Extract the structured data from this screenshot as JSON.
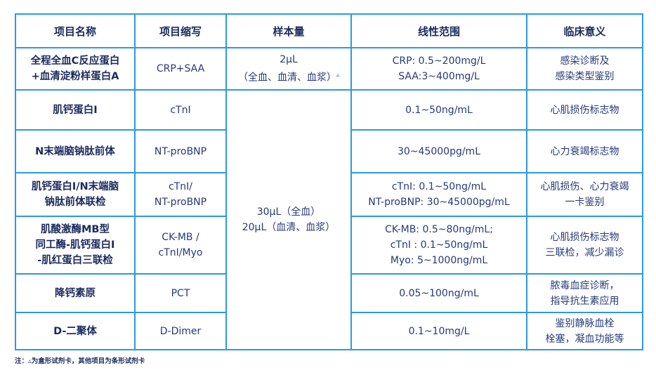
{
  "headers": [
    "项目名称",
    "项目缩写",
    "样本量",
    "线性范围",
    "临床意义"
  ],
  "rows": [
    {
      "name": [
        "全程全血C反应蛋白",
        "+血清淀粉样蛋白A"
      ],
      "abbr": [
        "CRP+SAA"
      ],
      "sample": [
        "2μL",
        "（全血、血清、血浆）"
      ],
      "sample_mark": "▵",
      "range": [
        "CRP: 0.5~200mg/L",
        "SAA:3~400mg/L"
      ],
      "meaning": [
        "感染诊断及",
        "感染类型鉴别"
      ]
    },
    {
      "name": [
        "肌钙蛋白I"
      ],
      "abbr": [
        "cTnI"
      ],
      "range": [
        "0.1~50ng/mL"
      ],
      "meaning": [
        "心肌损伤标志物"
      ]
    },
    {
      "name": [
        "N末端脑钠肽前体"
      ],
      "abbr": [
        "NT-proBNP"
      ],
      "range": [
        "30~45000pg/mL"
      ],
      "meaning": [
        "心力衰竭标志物"
      ]
    },
    {
      "name": [
        "肌钙蛋白I/N末端脑",
        "钠肽前体联检"
      ],
      "abbr": [
        "cTnI/",
        "NT-proBNP"
      ],
      "range": [
        "cTnI: 0.1~50ng/mL",
        "NT-proBNP: 30~45000pg/mL"
      ],
      "meaning": [
        "心肌损伤、心力衰竭",
        "一卡鉴别"
      ]
    },
    {
      "name": [
        "肌酸激酶MB型",
        "同工酶-肌钙蛋白I",
        "-肌红蛋白三联检"
      ],
      "abbr": [
        "CK-MB /",
        "cTnI/Myo"
      ],
      "range": [
        "CK-MB: 0.5~80ng/mL;",
        "cTnI : 0.1~50ng/mL",
        "Myo: 5~1000ng/mL"
      ],
      "meaning": [
        "心肌损伤标志物",
        "三联检，减少漏诊"
      ]
    },
    {
      "name": [
        "降钙素原"
      ],
      "abbr": [
        "PCT"
      ],
      "range": [
        "0.05~100ng/mL"
      ],
      "meaning": [
        "脓毒血症诊断，",
        "指导抗生素应用"
      ]
    },
    {
      "name": [
        "D-二聚体"
      ],
      "abbr": [
        "D-Dimer"
      ],
      "range": [
        "0.1~10mg/L"
      ],
      "meaning": [
        "鉴别静脉血栓",
        "栓塞，凝血功能等"
      ]
    }
  ],
  "shared_sample": [
    "30μL（全血）",
    "20μL（血清、血浆）"
  ],
  "note": "注：▵为盒形试剂卡，其他项目为条形试剂卡"
}
